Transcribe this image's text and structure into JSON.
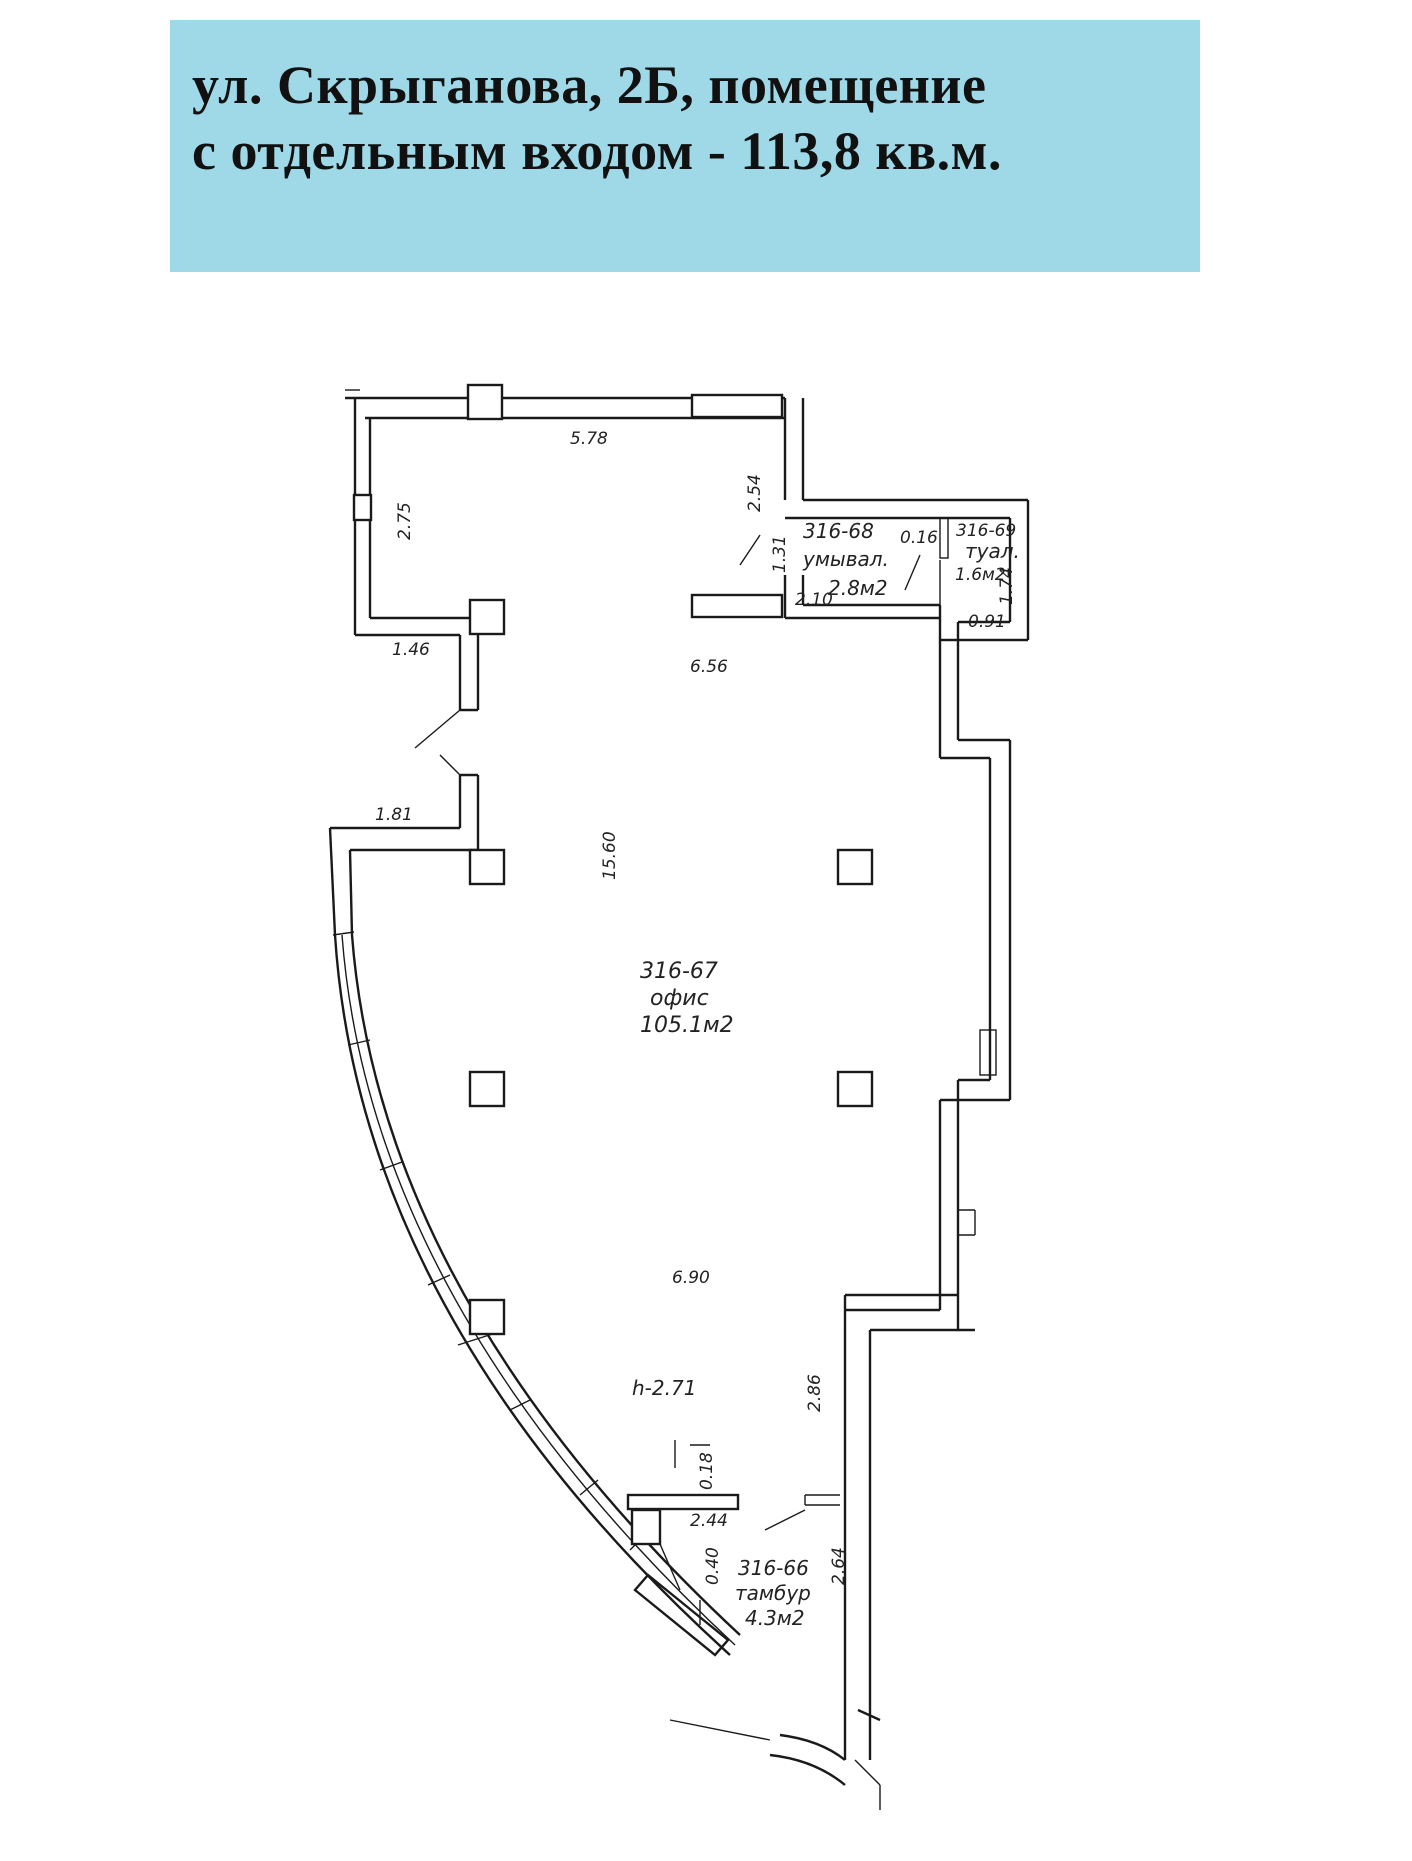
{
  "banner": {
    "line1": "ул. Скрыганова, 2Б, помещение",
    "line2": "с отдельным входом - 113,8 кв.м.",
    "background": "#9fd9e8"
  },
  "rooms": {
    "office": {
      "code": "316-67",
      "name": "офис",
      "area": "105.1м2"
    },
    "washroom": {
      "code": "316-68",
      "name": "умывал.",
      "area": "2.8м2"
    },
    "toilet": {
      "code": "316-69",
      "name": "туал.",
      "area": "1.6м2"
    },
    "vestibule": {
      "code": "316-66",
      "name": "тамбур",
      "area": "4.3м2"
    }
  },
  "dimensions": {
    "d578": "5.78",
    "d275": "2.75",
    "d254": "2.54",
    "d131": "1.31",
    "d016": "0.16",
    "d210": "2.10",
    "d174": "1.74",
    "d091": "0.91",
    "d146": "1.46",
    "d656": "6.56",
    "d181": "1.81",
    "d1560": "15.60",
    "d690": "6.90",
    "height": "h-2.71",
    "d286": "2.86",
    "d018": "0.18",
    "d244": "2.44",
    "d040": "0.40",
    "d264": "2.64"
  }
}
